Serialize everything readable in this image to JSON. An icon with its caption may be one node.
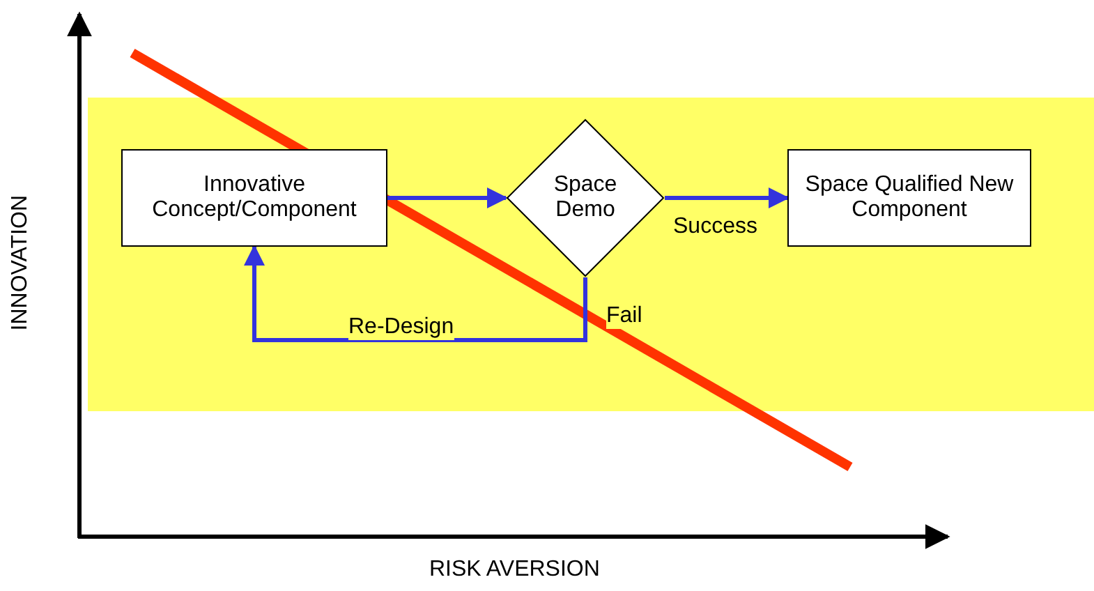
{
  "diagram": {
    "nodes": [
      {
        "text": [
          "Innovative Concept/Component"
        ]
      },
      {
        "text": [
          "Space Demo"
        ]
      },
      {
        "text": [
          "Space Qualified New Component"
        ]
      }
    ],
    "edges": [
      {
        "from": 0,
        "to": 1,
        "arrow": "to"
      },
      {
        "from": 1,
        "to": 2,
        "arrow": "to",
        "label": "Success"
      },
      {
        "from": 1,
        "to": 0,
        "arrow": "to",
        "label": "Re-Design"
      }
    ],
    "labels": [
      "INNOVATION",
      "Fail",
      "RISK AVERSION"
    ]
  }
}
